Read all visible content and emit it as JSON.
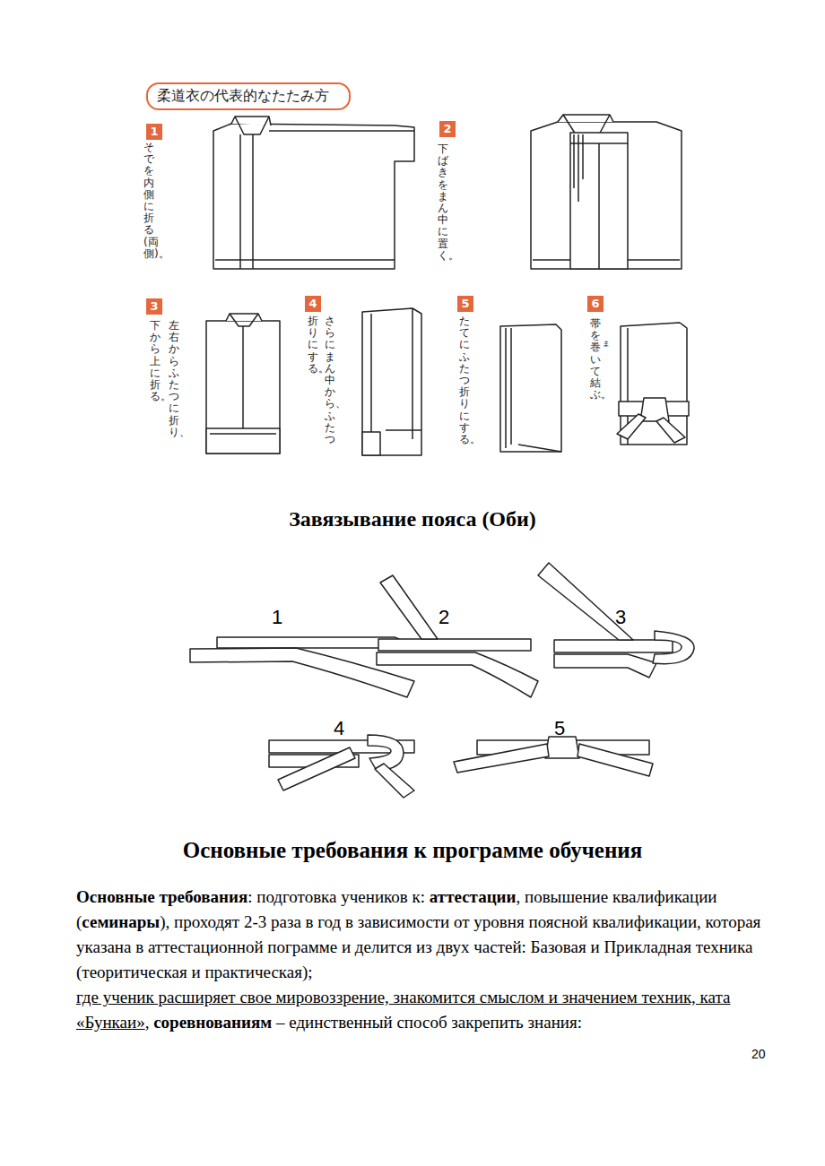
{
  "diagram": {
    "nodes": [
      {
        "text": [
          "柔道衣の代表的なたたみ方"
        ]
      },
      {
        "text": [
          "1"
        ]
      },
      {
        "text": [
          "2"
        ]
      },
      {
        "text": [
          "3"
        ]
      },
      {
        "text": [
          "4"
        ]
      },
      {
        "text": [
          "5"
        ]
      },
      {
        "text": [
          "6"
        ]
      }
    ],
    "labels": [
      "そでを内側に折る(両側)。",
      "下ばきをまん中に置く。",
      "左右からふたつに折り、",
      "下から上に折る。",
      "さらにまん中から、ふたつ",
      "折りにする。",
      "たてにふたつ折りにする。",
      "ま",
      "帯を巻いて結ぶ。",
      "Завязывание пояса (Оби)",
      "1",
      "2",
      "3",
      "4",
      "5",
      "Основные требования к программе обучения",
      "Основные требования",
      ": подготовка учеников к:",
      "аттестации",
      ", повышение квалификации (",
      "семинары",
      "), проходят 2-3 раза в год в зависимости от уровня поясной квалификации, которая указана в аттестационной пограмме и делится из двух частей: Базовая и Прикладная техника  (теоритическая и практическая);",
      "где ученик расширяет свое мировоззрение, знакомится смыслом и значением техник, ката «Бункаи»",
      ",",
      "соревнованиям",
      "– единственный способ закрепить знания:",
      "20"
    ]
  }
}
